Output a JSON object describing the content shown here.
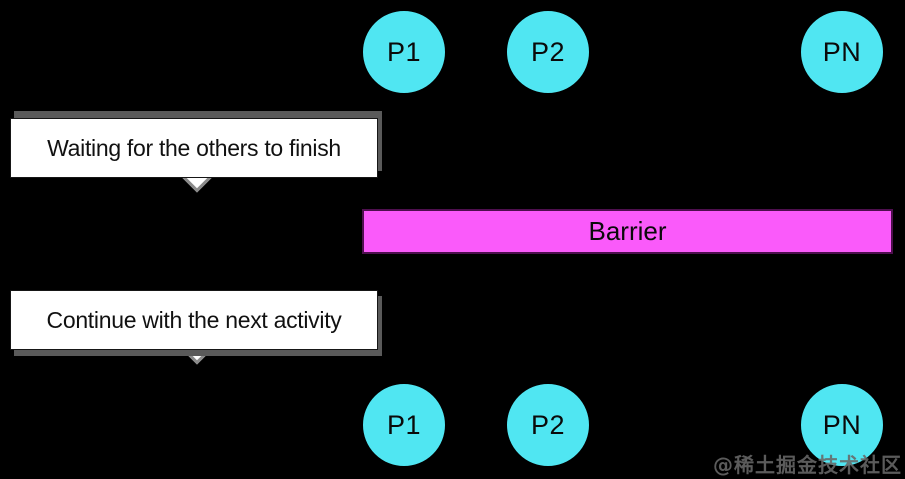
{
  "processes": {
    "top": [
      {
        "label": "P1"
      },
      {
        "label": "P2"
      },
      {
        "label": "PN"
      }
    ],
    "bottom": [
      {
        "label": "P1"
      },
      {
        "label": "P2"
      },
      {
        "label": "PN"
      }
    ]
  },
  "callouts": {
    "waiting": {
      "text": "Waiting for the others to finish"
    },
    "continue": {
      "text": "Continue with the next activity"
    }
  },
  "barrier": {
    "label": "Barrier"
  },
  "watermark": {
    "text": "@稀土掘金技术社区"
  },
  "colors": {
    "background": "#000000",
    "process_fill": "#50E6F2",
    "process_border": "#000000",
    "barrier_fill": "#FA5AFA",
    "barrier_border": "#4E0F4E",
    "callout_background": "#FFFFFF",
    "callout_shadow": "#5A5A5A",
    "label_text": "#000000",
    "watermark_text": "#686868"
  }
}
